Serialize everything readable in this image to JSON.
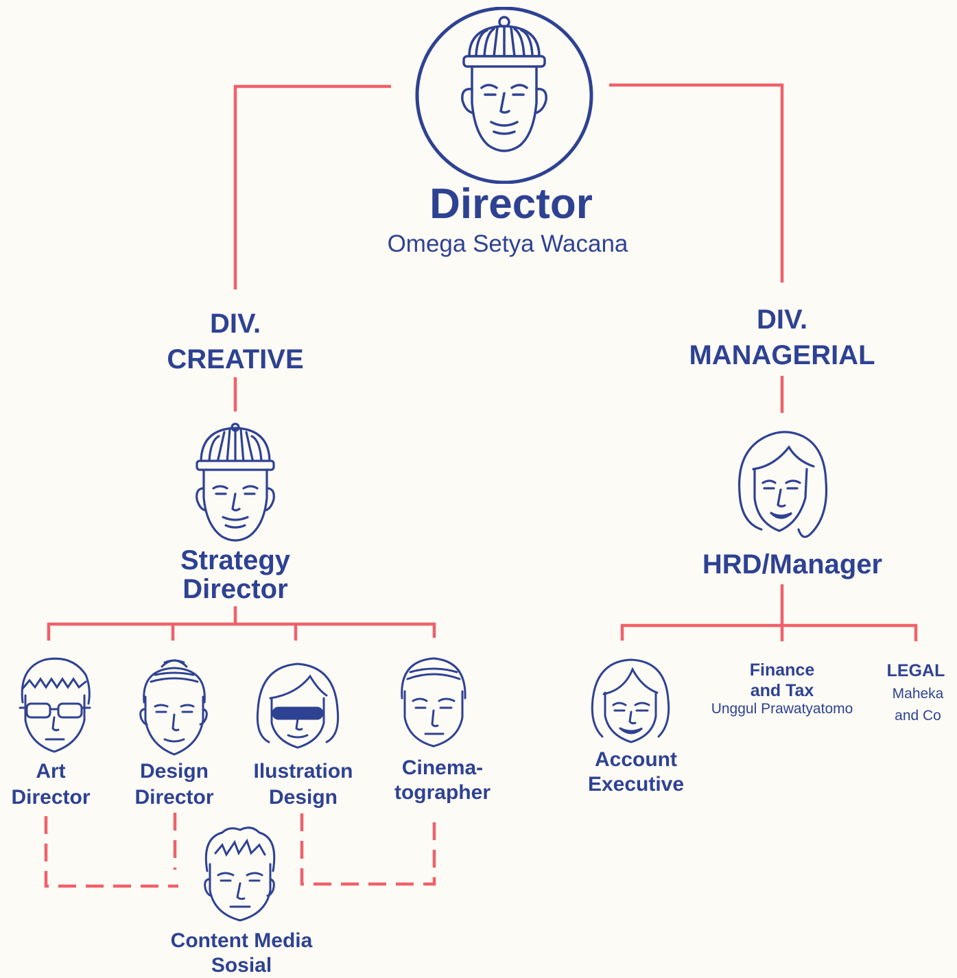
{
  "colors": {
    "line": "#f0606a",
    "ink": "#2e4293",
    "background": "#fdfbf5"
  },
  "director": {
    "title": "Director",
    "name": "Omega Setya Wacana",
    "icon": "director-beanie-avatar"
  },
  "divisions": {
    "creative": {
      "line1": "DIV.",
      "line2": "CREATIVE"
    },
    "managerial": {
      "line1": "DIV.",
      "line2": "MANAGERIAL"
    }
  },
  "strategy": {
    "line1": "Strategy",
    "line2": "Director",
    "icon": "beanie-avatar"
  },
  "hrd": {
    "label": "HRD/Manager",
    "icon": "woman-wavy-hair-avatar"
  },
  "creative_team": [
    {
      "line1": "Art",
      "line2": "Director",
      "icon": "glasses-avatar"
    },
    {
      "line1": "Design",
      "line2": "Director",
      "icon": "bun-hair-avatar"
    },
    {
      "line1": "Ilustration",
      "line2": "Design",
      "icon": "sunglasses-woman-avatar"
    },
    {
      "line1": "Cinema-",
      "line2": "tographer",
      "icon": "short-hair-avatar"
    }
  ],
  "content_media": {
    "line1": "Content Media",
    "line2": "Sosial",
    "icon": "messy-hair-avatar"
  },
  "managerial_team": {
    "account": {
      "line1": "Account",
      "line2": "Executive",
      "icon": "woman-bob-avatar"
    },
    "finance": {
      "line1": "Finance",
      "line2": "and Tax",
      "name": "Unggul Prawatyatomo"
    },
    "legal": {
      "title": "LEGAL",
      "name1": "Maheka",
      "name2": "and Co"
    }
  }
}
